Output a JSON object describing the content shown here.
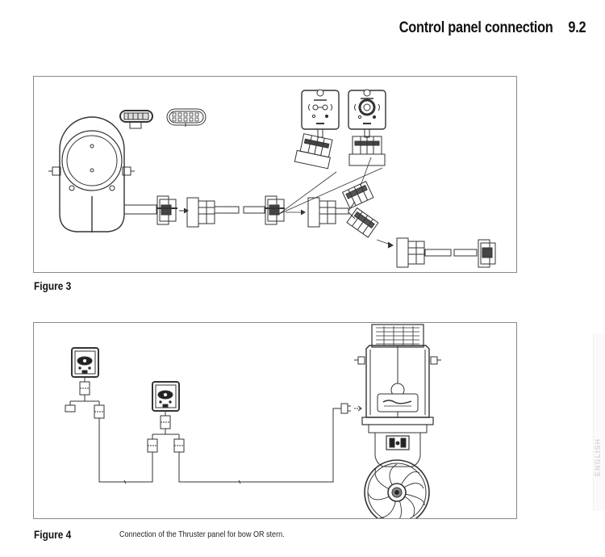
{
  "header": {
    "title": "Control panel connection",
    "section_number": "9.2"
  },
  "figures": [
    {
      "label": "Figure 3",
      "caption": "",
      "depicts": [
        "thruster-motor",
        "connector-6pin",
        "connector-10pin",
        "cable-connector",
        "control-panel-single",
        "control-panel-joystick",
        "y-splitter"
      ]
    },
    {
      "label": "Figure 4",
      "caption": "Connection of the Thruster panel for bow OR stern.",
      "depicts": [
        "control-panel-1",
        "control-panel-2",
        "thruster-unit",
        "propeller",
        "cable-line"
      ]
    }
  ],
  "side_tab": {
    "text": "ENGLISH"
  },
  "colors": {
    "line": "#333333",
    "frame": "#8a8a8a",
    "panel_dark": "#222222"
  }
}
